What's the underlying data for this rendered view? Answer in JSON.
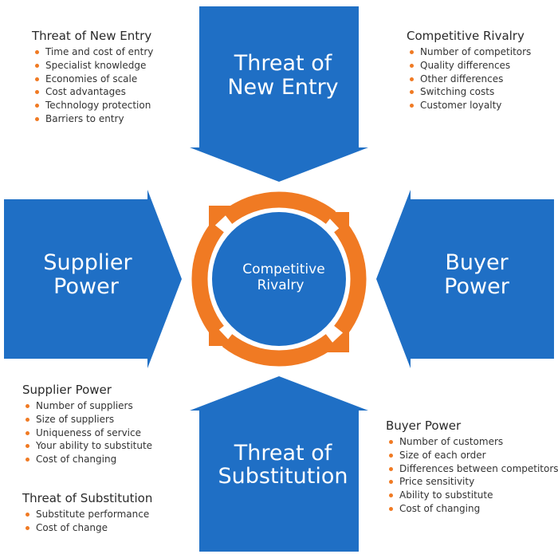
{
  "colors": {
    "arrow_blue": "#1f6fc5",
    "ring_orange": "#f07a23",
    "center_blue": "#1f6fc5",
    "bullet_orange": "#f07a23",
    "text_dark": "#222222"
  },
  "arrows": {
    "top": {
      "line1": "Threat of",
      "line2": "New Entry"
    },
    "left": {
      "line1": "Supplier",
      "line2": "Power"
    },
    "right": {
      "line1": "Buyer",
      "line2": "Power"
    },
    "bottom": {
      "line1": "Threat of",
      "line2": "Substitution"
    }
  },
  "center": {
    "line1": "Competitive",
    "line2": "Rivalry",
    "cycle_icon": "circular-arrows-icon"
  },
  "panels": {
    "new_entry": {
      "title": "Threat of New Entry",
      "items": [
        "Time and cost of entry",
        "Specialist knowledge",
        "Economies of scale",
        "Cost advantages",
        "Technology protection",
        "Barriers to entry"
      ]
    },
    "rivalry": {
      "title": "Competitive Rivalry",
      "items": [
        "Number of competitors",
        "Quality differences",
        "Other differences",
        "Switching costs",
        "Customer loyalty"
      ]
    },
    "supplier": {
      "title": "Supplier Power",
      "items": [
        "Number of suppliers",
        "Size of suppliers",
        "Uniqueness of service",
        "Your ability to substitute",
        "Cost of changing"
      ]
    },
    "substitution": {
      "title": "Threat of Substitution",
      "items": [
        "Substitute performance",
        "Cost of change"
      ]
    },
    "buyer": {
      "title": "Buyer Power",
      "items": [
        "Number of customers",
        "Size of each order",
        "Differences between competitors",
        "Price sensitivity",
        "Ability to substitute",
        "Cost of changing"
      ]
    }
  }
}
